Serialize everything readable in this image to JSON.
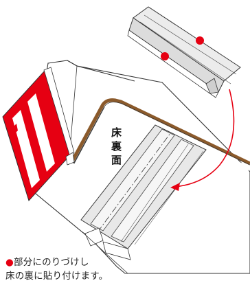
{
  "diagram": {
    "panel_label": "床裏面",
    "caption_marker": "●",
    "caption_line1": "部分にのりづけし",
    "caption_line2": "床の裏に貼り付けます。"
  },
  "colors": {
    "accent_red": "#e60012",
    "border_brown": "#8b5a2b",
    "outline": "#333333",
    "tape_fill": "#e9e9e9"
  }
}
